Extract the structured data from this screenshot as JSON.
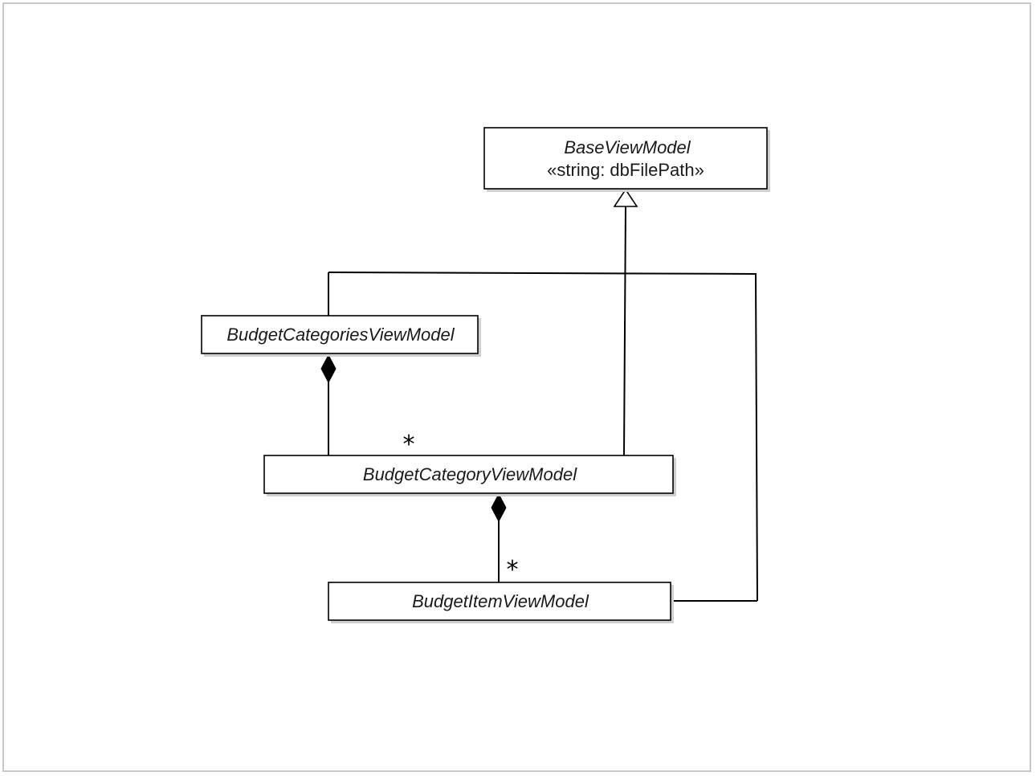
{
  "diagram": {
    "type": "uml-class-diagram",
    "classes": {
      "base": {
        "name": "BaseViewModel",
        "attribute": "«string: dbFilePath»"
      },
      "categories": {
        "name": "BudgetCategoriesViewModel"
      },
      "category": {
        "name": "BudgetCategoryViewModel"
      },
      "item": {
        "name": "BudgetItemViewModel"
      }
    },
    "relationships": [
      {
        "kind": "generalization",
        "from": "BudgetCategoriesViewModel",
        "to": "BaseViewModel"
      },
      {
        "kind": "generalization",
        "from": "BudgetCategoryViewModel",
        "to": "BaseViewModel"
      },
      {
        "kind": "generalization",
        "from": "BudgetItemViewModel",
        "to": "BaseViewModel"
      },
      {
        "kind": "composition",
        "whole": "BudgetCategoriesViewModel",
        "part": "BudgetCategoryViewModel",
        "multiplicity": "*"
      },
      {
        "kind": "composition",
        "whole": "BudgetCategoryViewModel",
        "part": "BudgetItemViewModel",
        "multiplicity": "*"
      }
    ],
    "multiplicities": {
      "categories_to_category": "*",
      "category_to_item": "*"
    }
  }
}
